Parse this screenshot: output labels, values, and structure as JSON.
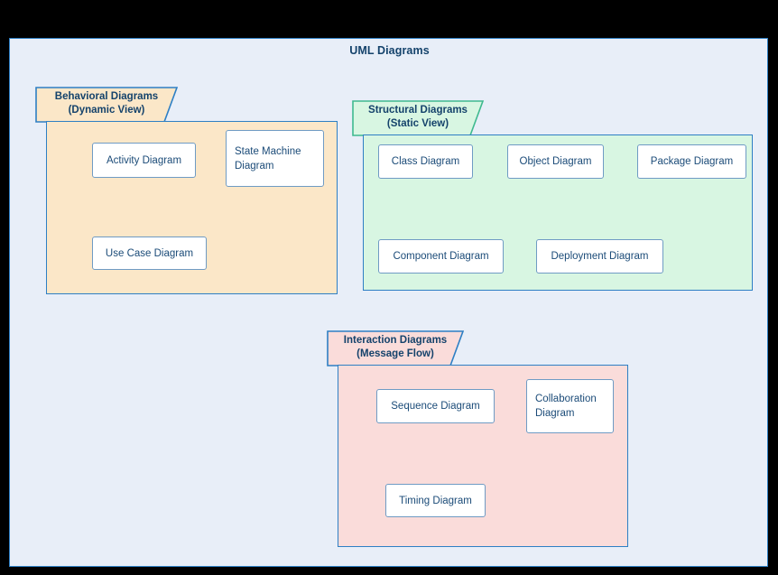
{
  "diagram": {
    "title": "UML Diagrams",
    "background_color": "#e8eef8",
    "border_color": "#2e7fc4",
    "title_color": "#14426b"
  },
  "groups": [
    {
      "id": "behavioral",
      "tab_line1": "Behavioral Diagrams",
      "tab_line2": "(Dynamic View)",
      "tab_fill": "#fbe7c8",
      "tab_border": "#2e7fc4",
      "body_fill": "#fbe7c8",
      "body_border": "#2e7fc4",
      "nodes": [
        {
          "label": "Activity Diagram",
          "align": "center"
        },
        {
          "label": "State Machine Diagram",
          "align": "left"
        },
        {
          "label": "Use Case Diagram",
          "align": "center"
        }
      ]
    },
    {
      "id": "structural",
      "tab_line1": "Structural Diagrams",
      "tab_line2": "(Static View)",
      "tab_fill": "#d8f6e2",
      "tab_border": "#3fb98f",
      "body_fill": "#d8f6e2",
      "body_border": "#2e7fc4",
      "nodes": [
        {
          "label": "Class Diagram",
          "align": "center"
        },
        {
          "label": "Object Diagram",
          "align": "center"
        },
        {
          "label": "Package Diagram",
          "align": "center"
        },
        {
          "label": "Component Diagram",
          "align": "center"
        },
        {
          "label": "Deployment Diagram",
          "align": "center"
        }
      ]
    },
    {
      "id": "interaction",
      "tab_line1": "Interaction Diagrams",
      "tab_line2": "(Message Flow)",
      "tab_fill": "#fadcda",
      "tab_border": "#2e7fc4",
      "body_fill": "#fadcda",
      "body_border": "#2e7fc4",
      "nodes": [
        {
          "label": "Sequence Diagram",
          "align": "center"
        },
        {
          "label": "Collaboration Diagram",
          "align": "left"
        },
        {
          "label": "Timing Diagram",
          "align": "center"
        }
      ]
    }
  ]
}
